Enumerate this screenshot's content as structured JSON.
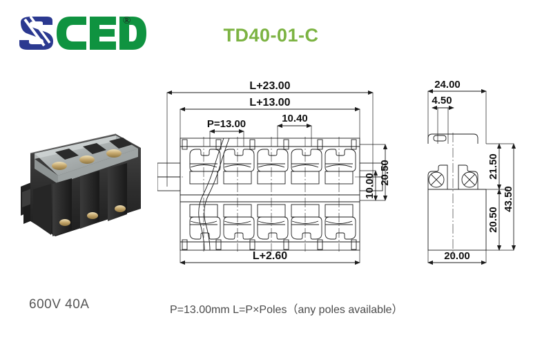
{
  "header": {
    "logo_text": "SCED",
    "logo_letter_s": "S",
    "logo_letter_c": "C",
    "logo_letter_e": "E",
    "logo_letter_d": "D",
    "registered_mark": "®",
    "logo_blue": "#2b3990",
    "logo_green": "#0f9340",
    "model_title": "TD40-01-C",
    "title_color": "#7cb342"
  },
  "photo": {
    "alt_label": "terminal-block-product-photo",
    "body_color": "#2e2e2e",
    "cover_color": "#b9bdbd",
    "screw_color": "#c9a96a"
  },
  "drawing": {
    "front_view": {
      "dim_overall_top": "L+23.00",
      "dim_second_top": "L+13.00",
      "dim_pitch": "P=13.00",
      "dim_width_10_40": "10.40",
      "dim_height_20_50": "20.50",
      "dim_height_10_00": "10.00",
      "dim_bottom": "L+2.60",
      "pole_count": 5
    },
    "side_view": {
      "dim_top_24": "24.00",
      "dim_top_4_50": "4.50",
      "dim_right_21_50": "21.50",
      "dim_right_43_50": "43.50",
      "dim_right_20_50": "20.50",
      "dim_bottom_20_00": "20.00"
    },
    "line_color": "#1a1a1a"
  },
  "footer": {
    "rating": "600V 40A",
    "pitch_note": "P=13.00mm  L=P×Poles（any poles available）"
  }
}
